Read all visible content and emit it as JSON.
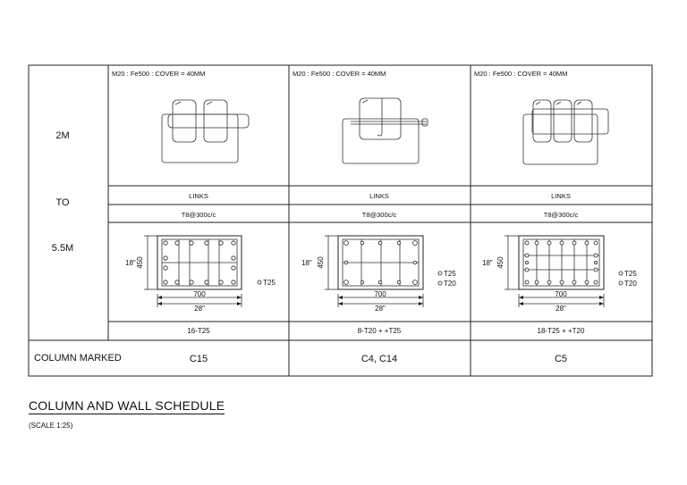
{
  "schedule": {
    "range_top": "2M",
    "range_mid": "TO",
    "range_bottom": "5.5M",
    "row_label": "COLUMN MARKED",
    "columns": [
      {
        "spec": "M20 : Fe500 : COVER = 40MM",
        "links_label": "LINKS",
        "links_value": "T8@300c/c",
        "width_mm": "700",
        "width_in": "28\"",
        "depth_in": "18\"",
        "depth_mm": "450",
        "legend": [
          "T25"
        ],
        "bars": "16-T25",
        "mark": "C15"
      },
      {
        "spec": "M20 : Fe500 : COVER = 40MM",
        "links_label": "LINKS",
        "links_value": "T8@300c/c",
        "width_mm": "700",
        "width_in": "28\"",
        "depth_in": "18\"",
        "depth_mm": "450",
        "legend": [
          "T25",
          "T20"
        ],
        "bars": "8-T20 + +T25",
        "mark": "C4, C14"
      },
      {
        "spec": "M20 : Fe500 : COVER = 40MM",
        "links_label": "LINKS",
        "links_value": "T8@300c/c",
        "width_mm": "700",
        "width_in": "28\"",
        "depth_in": "18\"",
        "depth_mm": "450",
        "legend": [
          "T25",
          "T20"
        ],
        "bars": "18-T25 + +T20",
        "mark": "C5"
      }
    ]
  },
  "title": "COLUMN AND WALL SCHEDULE",
  "scale": "(SCALE 1:25)"
}
